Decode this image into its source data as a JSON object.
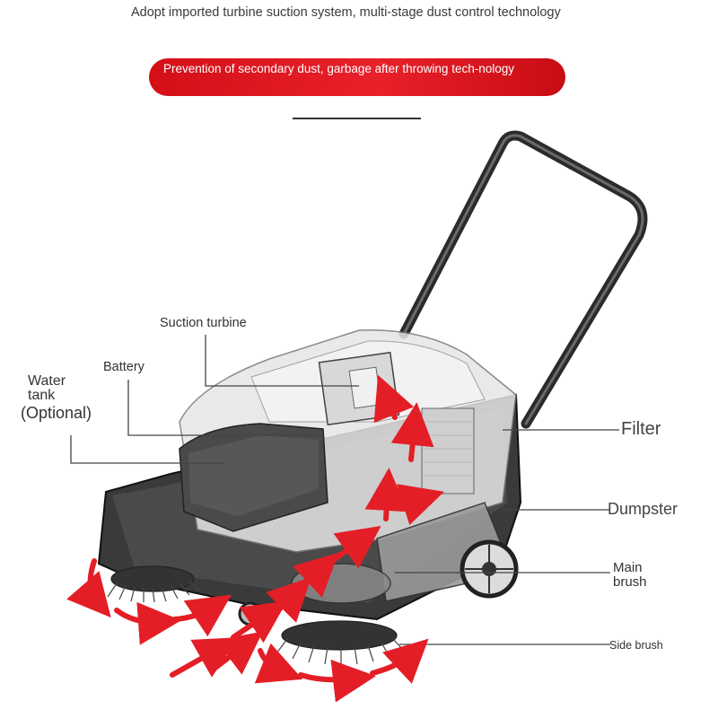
{
  "header": {
    "title": "Adopt imported turbine suction system, multi-stage dust control technology",
    "banner": "Prevention of secondary dust, garbage after throwing tech-nology"
  },
  "labels": {
    "suction_turbine": "Suction turbine",
    "battery": "Battery",
    "water_tank_line1": "Water",
    "water_tank_line2": "tank",
    "water_tank_line3": "(Optional)",
    "filter": "Filter",
    "dumpster": "Dumpster",
    "main_brush_line1": "Main",
    "main_brush_line2": "brush",
    "side_brush": "Side brush"
  },
  "colors": {
    "banner": "#e21b24",
    "arrow": "#e41e26",
    "machine_line": "#222222"
  }
}
